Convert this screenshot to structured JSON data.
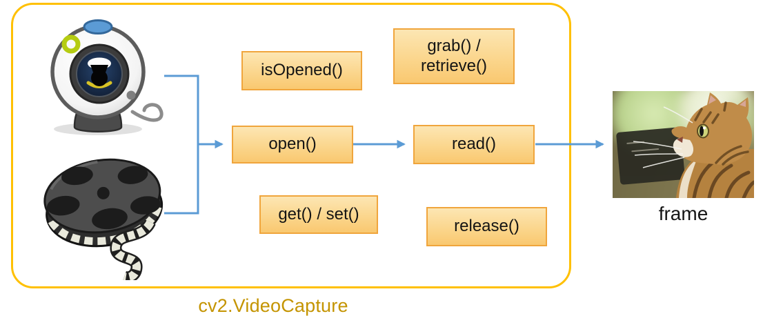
{
  "title": "cv2.VideoCapture",
  "frame_label": "frame",
  "methods": {
    "isOpened": "isOpened()",
    "grab_retrieve": "grab() /\nretrieve()",
    "open": "open()",
    "read": "read()",
    "get_set": "get() / set()",
    "release": "release()"
  },
  "icons": {
    "webcam": "webcam-icon",
    "video_file": "film-reel-icon",
    "output": "cat-photo"
  },
  "colors": {
    "boundary_border": "#FFC000",
    "box_border": "#F0A53C",
    "box_fill_top": "#FCE6B3",
    "box_fill_bottom": "#F9C870",
    "arrow": "#5B9BD5",
    "title_text": "#C49400",
    "box_text": "#141414",
    "frame_label_text": "#151515"
  }
}
